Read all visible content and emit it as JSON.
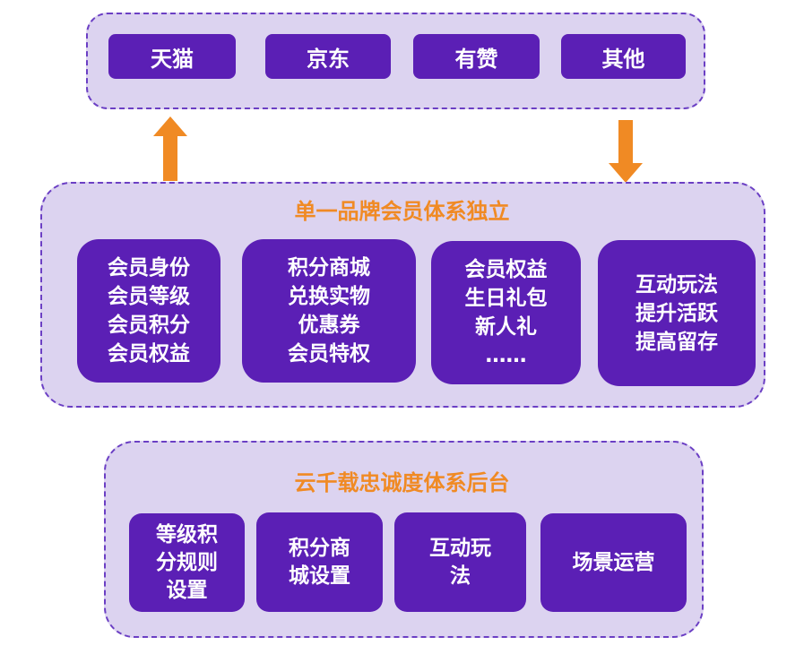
{
  "colors": {
    "panel_fill": "#dcd3f0",
    "panel_border": "#6b3fc4",
    "box_fill": "#5b1fb5",
    "title_orange": "#f08a24",
    "arrow_orange": "#f08a24"
  },
  "top_platforms": [
    "天猫",
    "京东",
    "有赞",
    "其他"
  ],
  "middle": {
    "title": "单一品牌会员体系独立",
    "cards": [
      [
        "会员身份",
        "会员等级",
        "会员积分",
        "会员权益"
      ],
      [
        "积分商城",
        "兑换实物",
        "优惠券",
        "会员特权"
      ],
      [
        "会员权益",
        "生日礼包",
        "新人礼",
        "……"
      ],
      [
        "互动玩法",
        "提升活跃",
        "提高留存"
      ]
    ]
  },
  "bottom": {
    "title": "云千载忠诚度体系后台",
    "cards": [
      [
        "等级积",
        "分规则",
        "设置"
      ],
      [
        "积分商",
        "城设置"
      ],
      [
        "互动玩",
        "法"
      ],
      [
        "场景运营"
      ]
    ]
  }
}
